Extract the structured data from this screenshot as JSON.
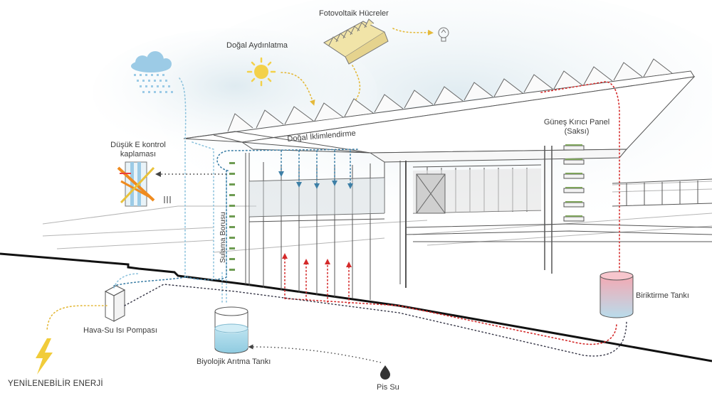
{
  "labels": {
    "photovoltaic": "Fotovoltaik Hücreler",
    "daylight": "Doğal Aydınlatma",
    "low_e_line1": "Düşük E kontrol",
    "low_e_line2": "kaplaması",
    "natural_ventilation": "Doğal İklimlendirme",
    "sun_breaker_line1": "Güneş Kırıcı Panel",
    "sun_breaker_line2": "(Saksı)",
    "irrigation_pipe": "Sulama Borusu",
    "heat_pump": "Hava-Su Isı Pompası",
    "bio_tank": "Biyolojik Arıtma Tankı",
    "storage_tank": "Biriktirme Tankı",
    "waste_water": "Pis Su",
    "renewable": "YENİLENEBİLİR ENERJİ"
  },
  "colors": {
    "cool_flow": "#3d7fa6",
    "warm_flow": "#d42a2a",
    "energy_flow": "#e9c23a",
    "waste_flow": "#555555",
    "sun": "#f3d14a",
    "rain_cloud": "#9ccbe6",
    "tank_water": "#a9d8ea",
    "sky_wash": "#dce9ef"
  },
  "icons": [
    "rain-cloud-icon",
    "sun-icon",
    "solar-panel-icon",
    "light-bulb-icon",
    "lightning-icon",
    "water-drop-icon",
    "low-e-glass-icon"
  ]
}
